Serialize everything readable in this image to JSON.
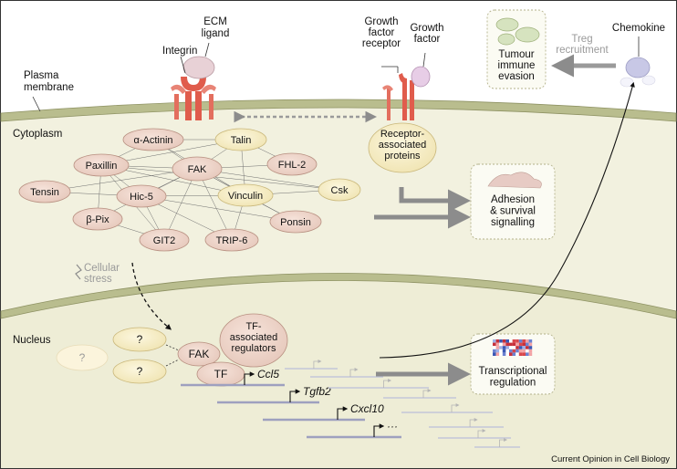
{
  "regions": {
    "plasma_membrane": "Plasma\nmembrane",
    "cytoplasm": "Cytoplasm",
    "nucleus": "Nucleus"
  },
  "receptors": {
    "ecm_ligand": "ECM\nligand",
    "integrin": "Integrin",
    "growth_factor_receptor": "Growth\nfactor\nreceptor",
    "growth_factor": "Growth\nfactor",
    "chemokine": "Chemokine",
    "treg_recruitment": "Treg\nrecruitment"
  },
  "adhesome": {
    "center": "FAK",
    "nodes": [
      "α-Actinin",
      "Talin",
      "Paxillin",
      "FHL-2",
      "Tensin",
      "Hic-5",
      "Vinculin",
      "Csk",
      "β-Pix",
      "GIT2",
      "TRIP-6",
      "Ponsin"
    ]
  },
  "receptor_proteins": "Receptor-\nassociated\nproteins",
  "outcomes": {
    "immune": "Tumour\nimmune\nevasion",
    "adhesion": "Adhesion\n& survival\nsignalling",
    "transcription": "Transcriptional\nregulation"
  },
  "stress": "Cellular\nstress",
  "nuclear": {
    "unknown": "?",
    "fak": "FAK",
    "tf": "TF",
    "tf_regulators": "TF-\nassociated\nregulators",
    "genes": [
      "Ccl5",
      "Tgfb2",
      "Cxcl10",
      "···"
    ]
  },
  "credit": "Current Opinion in Cell Biology",
  "colors": {
    "membrane": "#b9bd8e",
    "cytoplasm": "#f1f0de",
    "node_pink": "#ecd3c8",
    "node_yellow": "#f7efc6",
    "receptor_red": "#e46a5c",
    "chemokine": "#c8c8e6"
  }
}
